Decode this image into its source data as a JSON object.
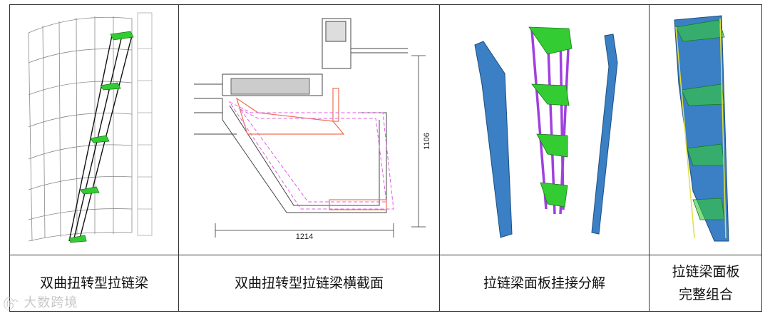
{
  "captions": [
    "双曲扭转型拉链梁",
    "双曲扭转型拉链梁横截面",
    "拉链梁面板挂接分解",
    "拉链梁面板",
    "完整组合"
  ],
  "dimensions": {
    "height": "1106",
    "width": "1214"
  },
  "watermark": "大数跨境",
  "colors": {
    "panel_blue": "#3b7fc4",
    "bracket_green": "#33cc33",
    "rod_purple": "#a040e0",
    "dash_magenta": "#e060e0",
    "frame_orange": "#f07050"
  }
}
